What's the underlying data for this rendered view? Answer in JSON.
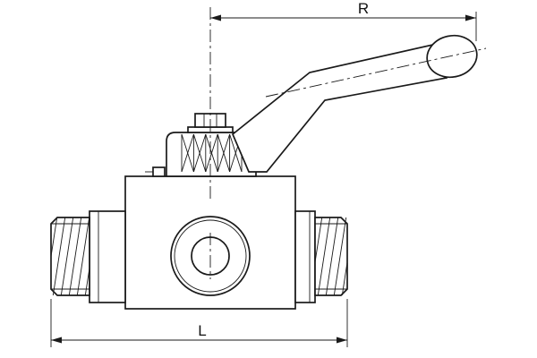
{
  "drawing": {
    "kind": "ball-valve-technical-drawing",
    "colors": {
      "ink": "#1a1a1a",
      "background": "#ffffff"
    },
    "labels": {
      "dim_radius": "R",
      "dim_length": "L"
    }
  }
}
